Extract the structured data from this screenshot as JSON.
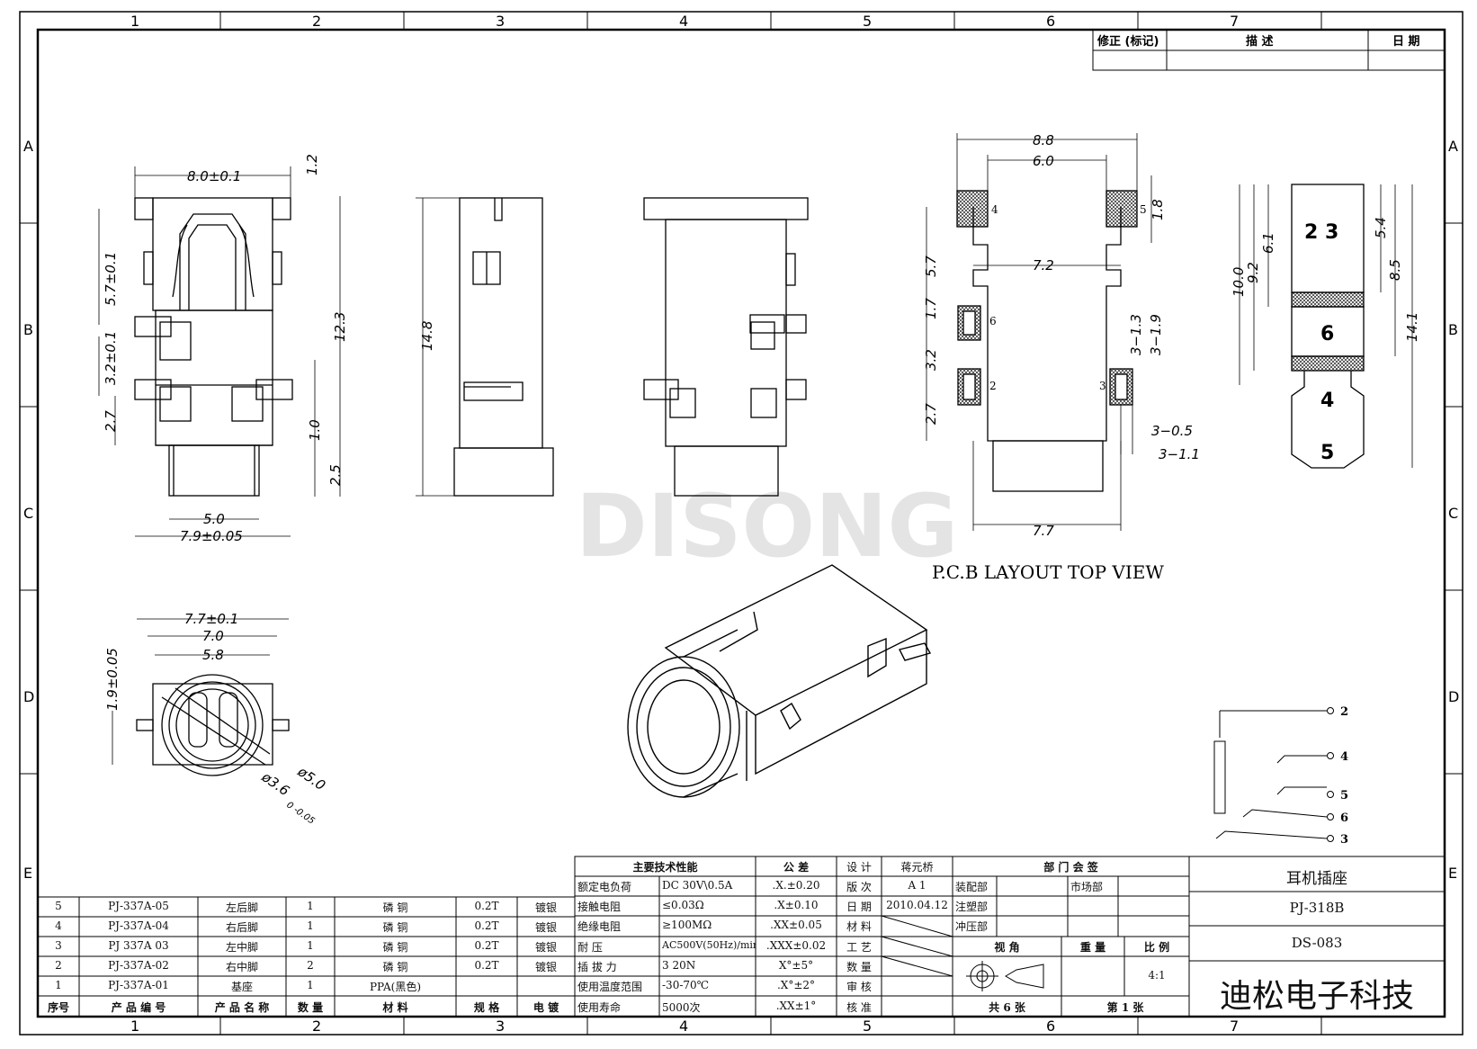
{
  "border": {
    "cols_top": [
      "1",
      "2",
      "3",
      "4",
      "5",
      "6",
      "7"
    ],
    "cols_bottom": [
      "1",
      "2",
      "3",
      "4",
      "5",
      "6",
      "7"
    ],
    "rows": [
      "A",
      "B",
      "C",
      "D",
      "E"
    ]
  },
  "revision_header": {
    "mark": "修正 (标记)",
    "desc": "描 述",
    "date": "日 期"
  },
  "watermark": "DISONG",
  "pcb_caption": "P.C.B LAYOUT TOP VIEW",
  "dims_front": {
    "top_width": "8.0±0.1",
    "right_top": "1.2",
    "left_upper": "5.7±0.1",
    "left_mid": "3.2±0.1",
    "left_low": "2.7",
    "right_height": "12.3",
    "right_1": "1.0",
    "right_2": "2.5",
    "bottom_1": "5.0",
    "bottom_2": "7.9±0.05"
  },
  "dims_side": {
    "height": "14.8"
  },
  "dims_end": {
    "w1": "7.7±0.1",
    "w2": "7.0",
    "w3": "5.8",
    "h": "1.9±0.05",
    "d1": "ø5.0",
    "d2": "ø3.6",
    "tol": "0\n-0.05"
  },
  "dims_pcb": {
    "w_outer": "8.8",
    "w_inner": "6.0",
    "w_mid": "7.2",
    "w_bottom": "7.7",
    "pad_h": "1.8",
    "v1": "5.7",
    "v2": "1.7",
    "v3": "3.2",
    "v4": "2.7",
    "s1": "3−1.3",
    "s2": "3−1.9",
    "s3": "3−0.5",
    "s4": "3−1.1",
    "pin_4": "4",
    "pin_5": "5",
    "pin_6": "6",
    "pin_2": "2",
    "pin_3": "3"
  },
  "dims_plug": {
    "d1": "10.0",
    "d2": "9.2",
    "d3": "6.1",
    "d4": "5.4",
    "d5": "8.5",
    "d6": "14.1",
    "l23": "2  3",
    "l6": "6",
    "l4": "4",
    "l5": "5"
  },
  "schematic": {
    "p2": "2",
    "p4": "4",
    "p5": "5",
    "p6": "6",
    "p3": "3"
  },
  "bom": {
    "rows": [
      [
        "5",
        "PJ-337A-05",
        "左后脚",
        "1",
        "磷 铜",
        "0.2T",
        "镀银"
      ],
      [
        "4",
        "PJ-337A-04",
        "右后脚",
        "1",
        "磷 铜",
        "0.2T",
        "镀银"
      ],
      [
        "3",
        "PJ 337A 03",
        "左中脚",
        "1",
        "磷 铜",
        "0.2T",
        "镀银"
      ],
      [
        "2",
        "PJ-337A-02",
        "右中脚",
        "2",
        "磷 铜",
        "0.2T",
        "镀银"
      ],
      [
        "1",
        "PJ-337A-01",
        "基座",
        "1",
        "PPA(黑色)",
        "",
        ""
      ]
    ],
    "headers": [
      "序号",
      "产 品 编 号",
      "产 品 名 称",
      "数 量",
      "材 料",
      "规 格",
      "电 镀"
    ]
  },
  "specs": {
    "title": "主要技术性能",
    "rows": [
      [
        "额定电负荷",
        "DC 30V\\0.5A"
      ],
      [
        "接触电阻",
        "≤0.03Ω"
      ],
      [
        "绝缘电阻",
        "≥100MΩ"
      ],
      [
        "耐 压",
        "AC500V(50Hz)/min"
      ],
      [
        "插 拔 力",
        "3 20N"
      ],
      [
        "使用温度范围",
        "-30-70℃"
      ],
      [
        "使用寿命",
        "5000次"
      ]
    ]
  },
  "tolerance": {
    "title": "公 差",
    "rows": [
      ".X.±0.20",
      ".X±0.10",
      ".XX±0.05",
      ".XXX±0.02",
      "X°±5°",
      ".X°±2°",
      ".XX±1°"
    ]
  },
  "signoff": {
    "labels": [
      "设 计",
      "版 次",
      "日 期",
      "材 料",
      "工 艺",
      "数 量",
      "审 核",
      "核 准"
    ],
    "designer": "蒋元桥",
    "version": "A 1",
    "date": "2010.04.12"
  },
  "dept": {
    "title": "部 门 会 签",
    "rows": [
      [
        "装配部",
        "市场部"
      ],
      [
        "注塑部",
        ""
      ],
      [
        "冲压部",
        ""
      ]
    ],
    "view": "视 角",
    "weight": "重 量",
    "scale_label": "比 例",
    "scale": "4:1",
    "total": "共  6  张",
    "sheet": "第  1  张"
  },
  "title_block": {
    "name": "耳机插座",
    "part": "PJ-318B",
    "doc": "DS-083",
    "company": "迪松电子科技"
  }
}
